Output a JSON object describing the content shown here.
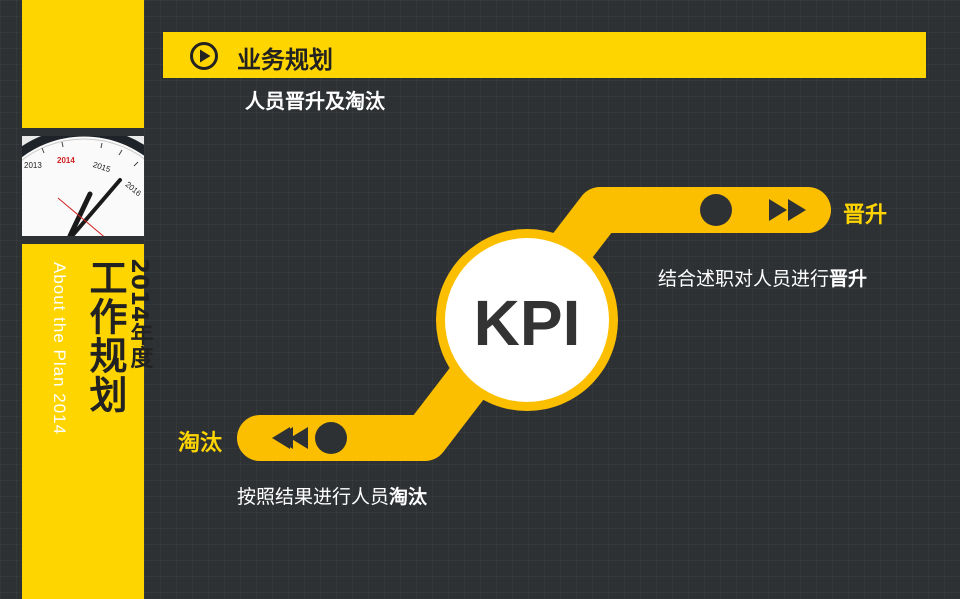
{
  "sidebar": {
    "year_title": "2014年度",
    "main_title": "工作规划",
    "english_title": "About the Plan 2014",
    "clock": {
      "numbers": [
        "2013",
        "2014",
        "2015",
        "2016"
      ]
    }
  },
  "header": {
    "title": "业务规划",
    "subtitle": "人员晋升及淘汰"
  },
  "diagram": {
    "center_label": "KPI",
    "promotion": {
      "label": "晋升",
      "desc_prefix": "结合述职对人员进行",
      "desc_emphasis": "晋升"
    },
    "elimination": {
      "label": "淘汰",
      "desc_prefix": "按照结果进行人员",
      "desc_emphasis": "淘汰"
    }
  },
  "colors": {
    "accent": "#ffd500",
    "path": "#fcbf00",
    "background": "#2e3134",
    "dark": "#333333"
  },
  "icons": [
    "play-circle-icon",
    "fast-forward-icon",
    "rewind-icon",
    "dot-icon"
  ]
}
